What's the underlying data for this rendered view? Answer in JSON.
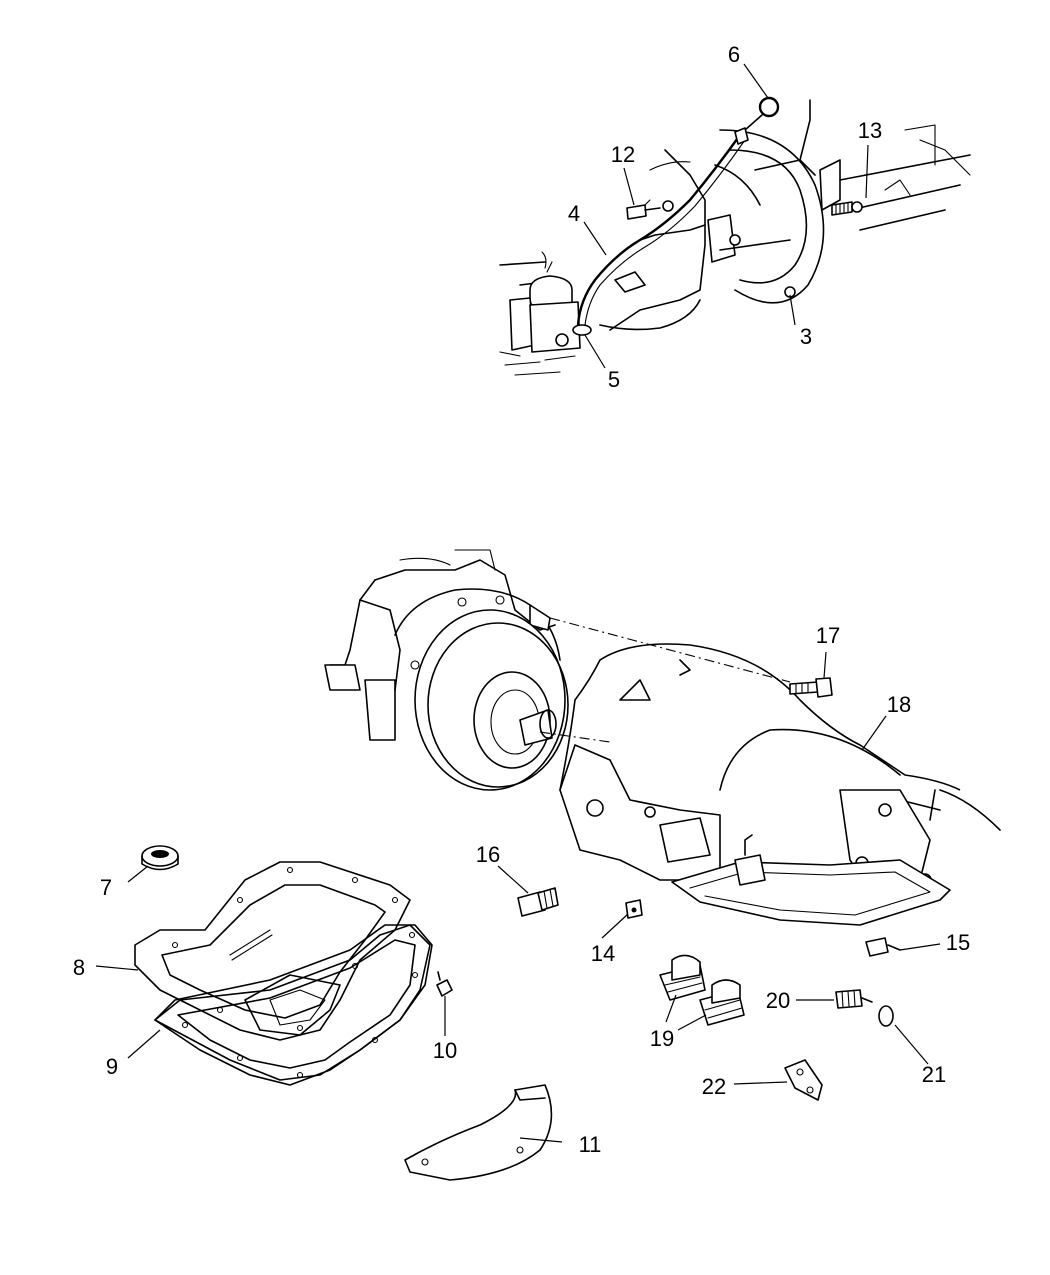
{
  "diagram": {
    "callouts": [
      {
        "id": "c3",
        "label": "3"
      },
      {
        "id": "c4",
        "label": "4"
      },
      {
        "id": "c5",
        "label": "5"
      },
      {
        "id": "c6",
        "label": "6"
      },
      {
        "id": "c7",
        "label": "7"
      },
      {
        "id": "c8",
        "label": "8"
      },
      {
        "id": "c9",
        "label": "9"
      },
      {
        "id": "c10",
        "label": "10"
      },
      {
        "id": "c11",
        "label": "11"
      },
      {
        "id": "c12",
        "label": "12"
      },
      {
        "id": "c13",
        "label": "13"
      },
      {
        "id": "c14",
        "label": "14"
      },
      {
        "id": "c15",
        "label": "15"
      },
      {
        "id": "c16",
        "label": "16"
      },
      {
        "id": "c17",
        "label": "17"
      },
      {
        "id": "c18",
        "label": "18"
      },
      {
        "id": "c19",
        "label": "19"
      },
      {
        "id": "c20",
        "label": "20"
      },
      {
        "id": "c21",
        "label": "21"
      },
      {
        "id": "c22",
        "label": "22"
      }
    ]
  }
}
